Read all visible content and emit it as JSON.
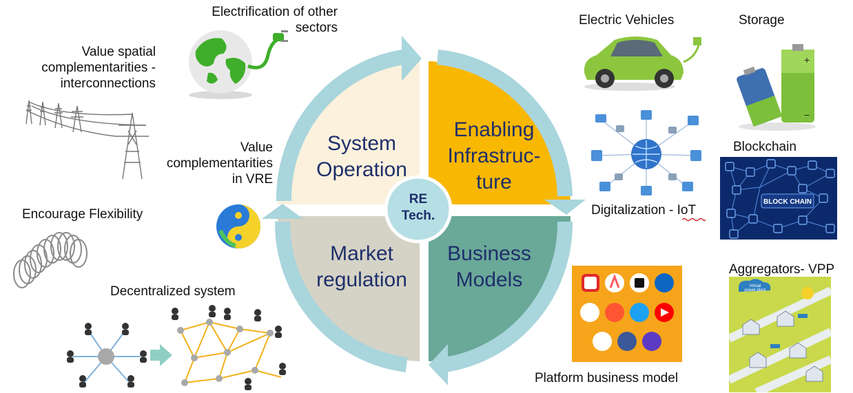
{
  "colors": {
    "ring": "#a9d5dc",
    "system_operation": "#fbf1dc",
    "enabling_infrastructure": "#f8b700",
    "business_models": "#6aa898",
    "market_regulation": "#d5d3c6",
    "center": "#b5dfe4",
    "quadrant_text": "#1f2f6b"
  },
  "center": {
    "line1": "RE",
    "line2": "Tech."
  },
  "quadrants": {
    "system_operation": {
      "line1": "System",
      "line2": "Operation"
    },
    "enabling_infrastructure": {
      "line1": "Enabling",
      "line2": "Infrastruc-",
      "line3": "ture"
    },
    "market_regulation": {
      "line1": "Market",
      "line2": "regulation"
    },
    "business_models": {
      "line1": "Business",
      "line2": "Models"
    }
  },
  "left_labels": {
    "electrification": {
      "line1": "Electrification of other",
      "line2": "sectors"
    },
    "spatial": {
      "line1": "Value spatial",
      "line2": "complementarities -",
      "line3": "interconnections"
    },
    "vre": {
      "line1": "Value",
      "line2": "complementarities",
      "line3": "in VRE"
    },
    "flexibility": "Encourage Flexibility",
    "decentralized": "Decentralized system"
  },
  "right_labels": {
    "ev": "Electric Vehicles",
    "storage": "Storage",
    "blockchain": "Blockchain",
    "digitalization": "Digitalization - IoT",
    "aggregators": "Aggregators- VPP",
    "platform": "Platform business model"
  },
  "images": {
    "blockchain_text": "BLOCK CHAIN",
    "vpp_text_line1": "Virtual",
    "vpp_text_line2": "power plant"
  },
  "icons": {
    "globe": "globe-plug-icon",
    "towers": "transmission-towers-icon",
    "yin_yang": "yin-yang-icon",
    "spring": "spring-icon",
    "network": "decentralized-network-icon",
    "ev": "electric-car-icon",
    "battery": "battery-icon",
    "iot": "iot-network-icon",
    "blockchain": "blockchain-icon",
    "apps": "app-logos-icon",
    "vpp": "virtual-power-plant-icon"
  }
}
